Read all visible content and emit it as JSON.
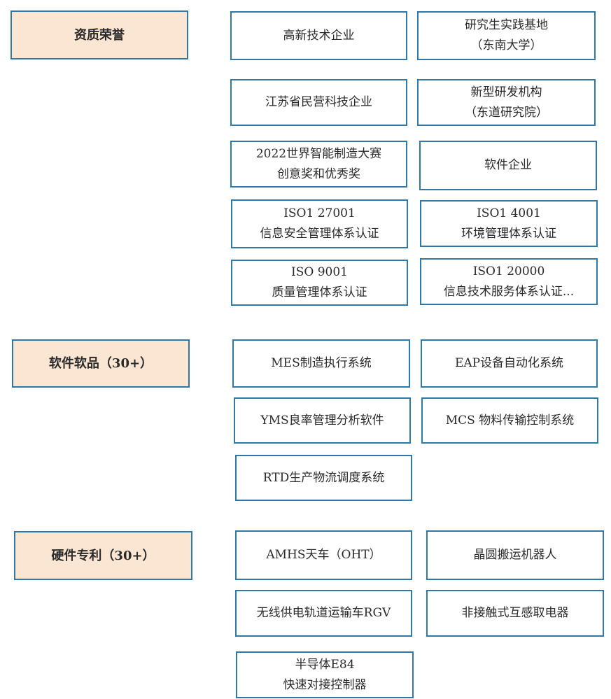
{
  "categories": [
    {
      "label": "资质荣誉"
    },
    {
      "label": "软件软品（30+）"
    },
    {
      "label": "硬件专利（30+）"
    }
  ],
  "honors": [
    {
      "line1": "高新技术企业",
      "line2": ""
    },
    {
      "line1": "研究生实践基地",
      "line2": "（东南大学）"
    },
    {
      "line1": "江苏省民营科技企业",
      "line2": ""
    },
    {
      "line1": "新型研发机构",
      "line2": "（东道研究院）"
    },
    {
      "line1": "2022世界智能制造大赛",
      "line2": "创意奖和优秀奖"
    },
    {
      "line1": "软件企业",
      "line2": ""
    },
    {
      "line1": "ISO1 27001",
      "line2": "信息安全管理体系认证"
    },
    {
      "line1": "ISO1 4001",
      "line2": "环境管理体系认证"
    },
    {
      "line1": "ISO 9001",
      "line2": "质量管理体系认证"
    },
    {
      "line1": "ISO1 20000",
      "line2": "信息技术服务体系认证..."
    }
  ],
  "software": [
    {
      "line1": "MES制造执行系统",
      "line2": ""
    },
    {
      "line1": "EAP设备自动化系统",
      "line2": ""
    },
    {
      "line1": "YMS良率管理分析软件",
      "line2": ""
    },
    {
      "line1": "MCS 物料传输控制系统",
      "line2": ""
    },
    {
      "line1": "RTD生产物流调度系统",
      "line2": ""
    }
  ],
  "hardware": [
    {
      "line1": "AMHS天车（OHT）",
      "line2": ""
    },
    {
      "line1": "晶圆搬运机器人",
      "line2": ""
    },
    {
      "line1": "无线供电轨道运输车RGV",
      "line2": ""
    },
    {
      "line1": "非接触式互感取电器",
      "line2": ""
    },
    {
      "line1": "半导体E84",
      "line2": "快速对接控制器"
    }
  ]
}
